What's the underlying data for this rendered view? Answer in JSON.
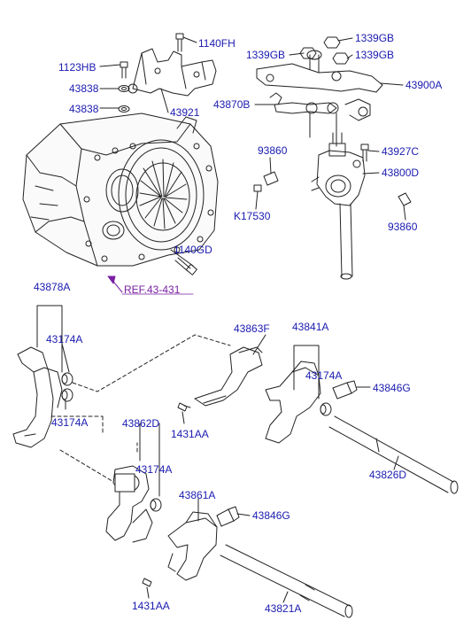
{
  "diagram": {
    "labels": {
      "p1140FH": "1140FH",
      "p1123HB": "1123HB",
      "p43838a": "43838",
      "p43838b": "43838",
      "p43921": "43921",
      "p1140GD": "1140GD",
      "ref": "REF.43-431",
      "p1339GB_l": "1339GB",
      "p1339GB_r1": "1339GB",
      "p1339GB_r2": "1339GB",
      "p43900A": "43900A",
      "p43870B": "43870B",
      "p93860a": "93860",
      "p43927C": "43927C",
      "p43800D": "43800D",
      "pK17530": "K17530",
      "p93860b": "93860",
      "p43878A": "43878A",
      "p43174A_1": "43174A",
      "p43174A_2": "43174A",
      "p43863F": "43863F",
      "p43841A": "43841A",
      "p43174A_3": "43174A",
      "p43846G_1": "43846G",
      "p1431AA_1": "1431AA",
      "p43862D": "43862D",
      "p43174A_4": "43174A",
      "p43826D": "43826D",
      "p43861A": "43861A",
      "p43846G_2": "43846G",
      "p1431AA_2": "1431AA",
      "p43821A": "43821A"
    },
    "colors": {
      "label": "#1a1ab0",
      "reference": "#7a1fa2",
      "line": "#222222"
    }
  }
}
